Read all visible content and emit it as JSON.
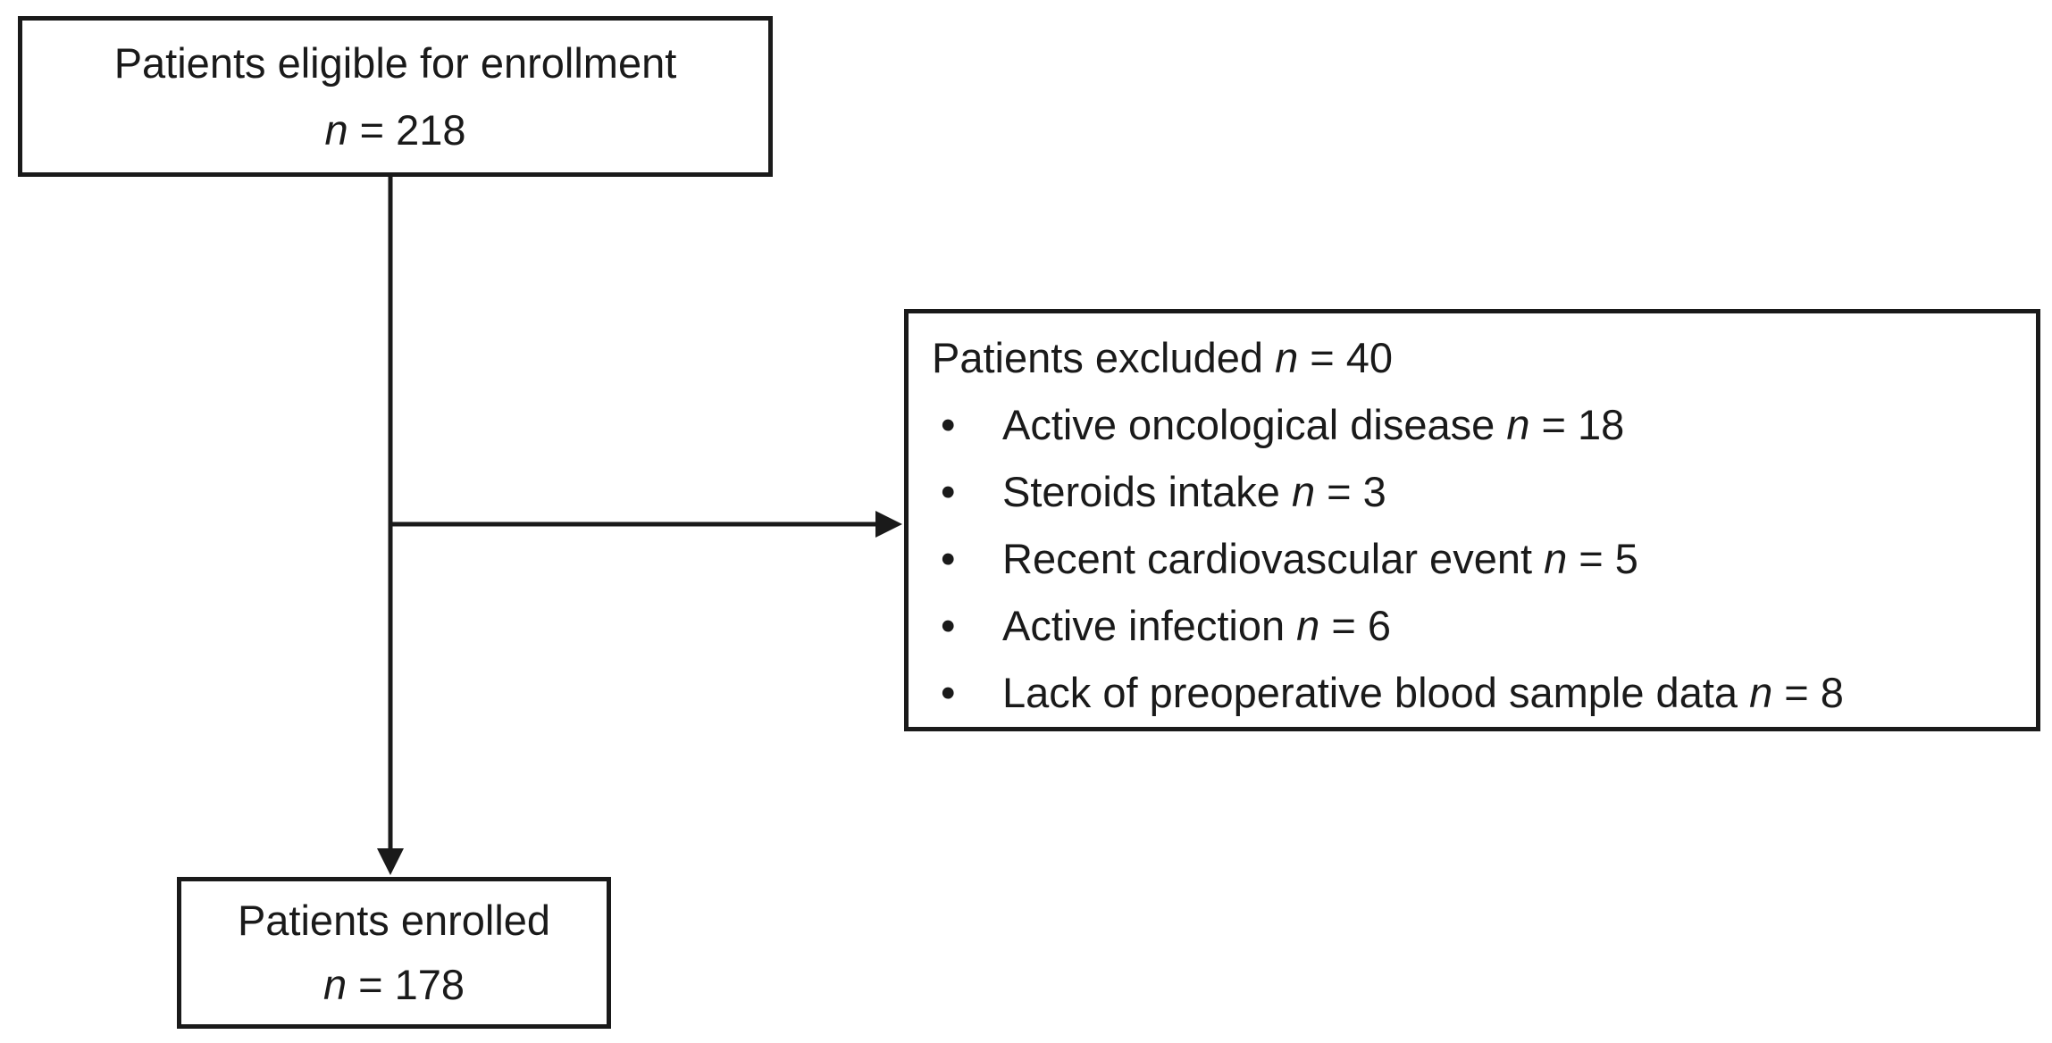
{
  "diagram": {
    "type": "flowchart",
    "description": "Patient enrollment flow diagram",
    "colors": {
      "background": "#ffffff",
      "line": "#1a1a1a",
      "text": "#1a1a1a"
    },
    "boxes": {
      "eligible": {
        "title": "Patients eligible for enrollment",
        "n_italic": "n",
        "n_rest": " = 218"
      },
      "excluded": {
        "heading_text": "Patients excluded ",
        "heading_n": "n",
        "heading_rest": " = 40",
        "bullet_char": "•",
        "items": [
          {
            "text": "Active oncological disease ",
            "n": "n",
            "rest": " = 18"
          },
          {
            "text": "Steroids intake ",
            "n": "n",
            "rest": " = 3"
          },
          {
            "text": "Recent cardiovascular event ",
            "n": "n",
            "rest": " = 5"
          },
          {
            "text": "Active infection ",
            "n": "n",
            "rest": " = 6"
          },
          {
            "text": "Lack of preoperative blood sample data ",
            "n": "n",
            "rest": " = 8"
          }
        ]
      },
      "enrolled": {
        "title": "Patients enrolled",
        "n_italic": "n",
        "n_rest": " = 178"
      }
    }
  }
}
